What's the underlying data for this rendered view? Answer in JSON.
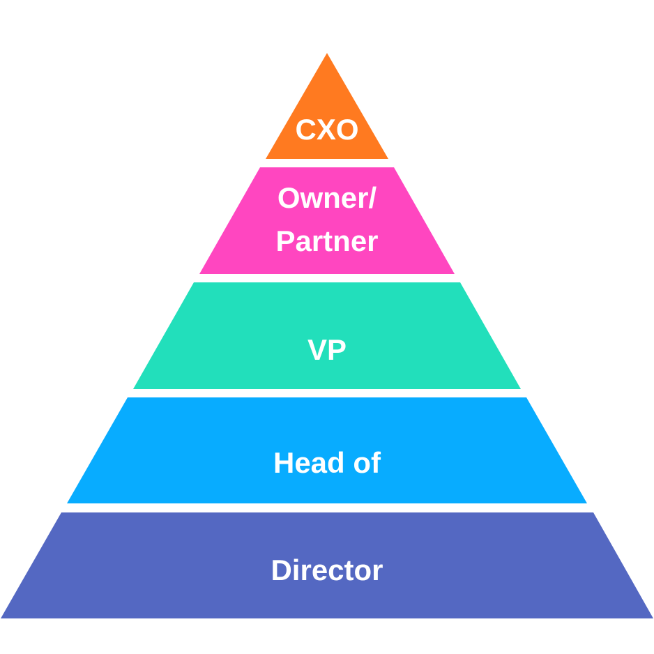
{
  "pyramid": {
    "levels": [
      {
        "label": [
          "CXO"
        ],
        "color": "#FF7A20"
      },
      {
        "label": [
          "Owner/",
          "Partner"
        ],
        "color": "#FF46C0"
      },
      {
        "label": [
          "VP"
        ],
        "color": "#22DFBB"
      },
      {
        "label": [
          "Head of"
        ],
        "color": "#08ACFF"
      },
      {
        "label": [
          "Director"
        ],
        "color": "#5468C2"
      }
    ]
  }
}
